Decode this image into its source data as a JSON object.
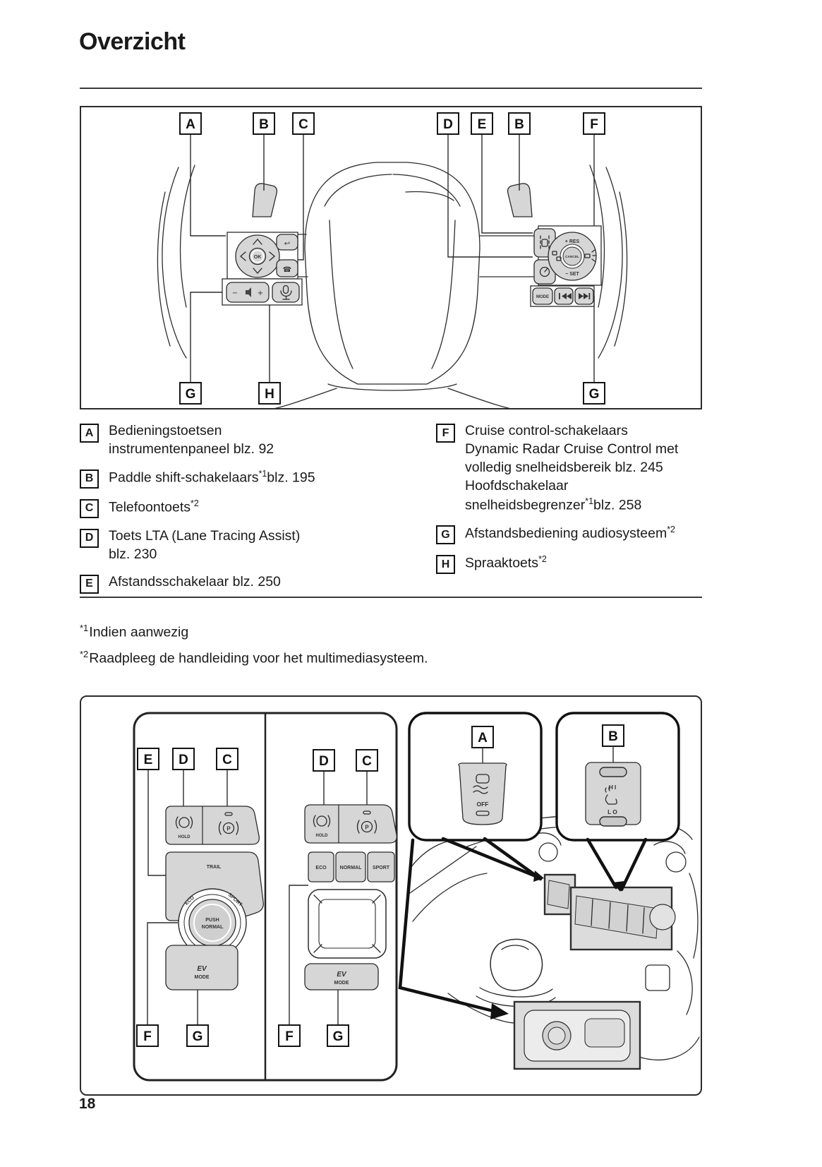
{
  "page": {
    "title": "Overzicht",
    "number": "18"
  },
  "diagram1": {
    "top_callouts": [
      "A",
      "B",
      "C",
      "D",
      "E",
      "B",
      "F"
    ],
    "bottom_callouts": [
      "G",
      "H",
      "G"
    ],
    "controls": {
      "ok": "OK",
      "back_icon": "↩",
      "phone_icon": "☎",
      "vol_minus": "−",
      "vol_plus": "+",
      "res": "+ RES",
      "cancel": "CANCEL",
      "set": "− SET",
      "mode": "MODE"
    }
  },
  "legend": {
    "left": [
      {
        "key": "A",
        "segments": [
          {
            "t": "Bedieningstoetsen"
          },
          {
            "br": true
          },
          {
            "t": "instrumentenpaneel blz. 92"
          }
        ]
      },
      {
        "key": "B",
        "segments": [
          {
            "t": "Paddle shift-schakelaars"
          },
          {
            "s": "*1"
          },
          {
            "t": "blz. 195"
          }
        ]
      },
      {
        "key": "C",
        "segments": [
          {
            "t": "Telefoontoets"
          },
          {
            "s": "*2"
          }
        ]
      },
      {
        "key": "D",
        "segments": [
          {
            "t": "Toets LTA (Lane Tracing Assist)"
          },
          {
            "br": true
          },
          {
            "t": "blz. 230"
          }
        ]
      },
      {
        "key": "E",
        "segments": [
          {
            "t": "Afstandsschakelaar blz. 250"
          }
        ]
      }
    ],
    "right": [
      {
        "key": "F",
        "segments": [
          {
            "t": "Cruise control-schakelaars"
          },
          {
            "br": true
          },
          {
            "t": "Dynamic Radar Cruise Control met"
          },
          {
            "br": true
          },
          {
            "t": "volledig snelheidsbereik blz. 245"
          },
          {
            "br": true
          },
          {
            "t": "Hoofdschakelaar"
          },
          {
            "br": true
          },
          {
            "t": "snelheidsbegrenzer"
          },
          {
            "s": "*1"
          },
          {
            "t": "blz. 258"
          }
        ]
      },
      {
        "key": "G",
        "segments": [
          {
            "t": "Afstandsbediening audiosysteem"
          },
          {
            "s": "*2"
          }
        ]
      },
      {
        "key": "H",
        "segments": [
          {
            "t": "Spraaktoets"
          },
          {
            "s": "*2"
          }
        ]
      }
    ]
  },
  "footnotes": [
    {
      "sup": "*1",
      "text": "Indien aanwezig"
    },
    {
      "sup": "*2",
      "text": "Raadpleeg de handleiding voor het multimediasysteem."
    }
  ],
  "diagram2": {
    "left_top_callouts": [
      "E",
      "D",
      "C"
    ],
    "left_bottom_callouts": [
      "F",
      "G"
    ],
    "mid_top_callouts": [
      "D",
      "C"
    ],
    "mid_bottom_callouts": [
      "F",
      "G"
    ],
    "right_callouts": [
      "A",
      "B"
    ],
    "controls": {
      "hold": "HOLD",
      "park": "P",
      "trail": "TRAIL",
      "eco_arc": "ECO",
      "sport_arc": "SPORT",
      "push": "PUSH",
      "normal": "NORMAL",
      "ev": "EV",
      "mode": "MODE",
      "eco_btn": "ECO",
      "normal_btn": "NORMAL",
      "sport_btn": "SPORT",
      "off": "OFF",
      "hi": "HI",
      "lo": "LO"
    }
  }
}
